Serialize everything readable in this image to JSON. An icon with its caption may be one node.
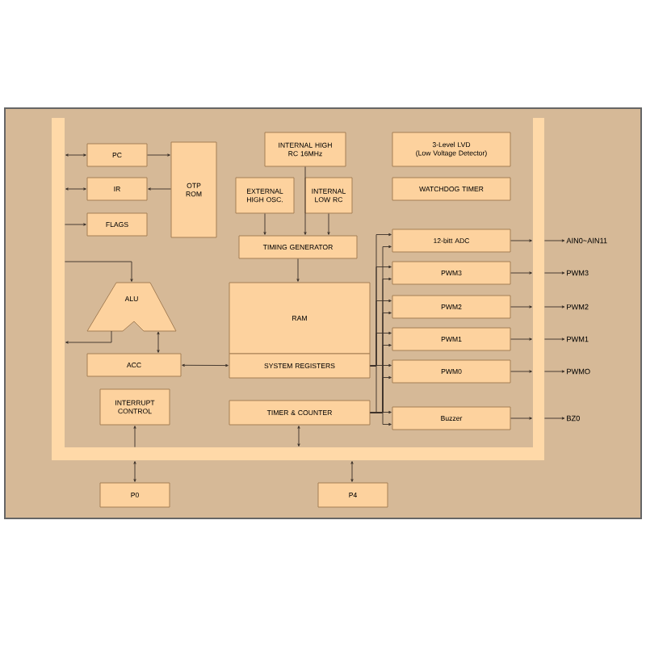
{
  "diagram": {
    "nodes": [
      {
        "text": [
          "PC"
        ]
      },
      {
        "text": [
          "IR"
        ]
      },
      {
        "text": [
          "FLAGS"
        ]
      },
      {
        "text": [
          "OTP ROM"
        ]
      },
      {
        "text": [
          "INTERNAL HIGH RC 16MHz"
        ]
      },
      {
        "text": [
          "EXTERNAL HIGH OSC."
        ]
      },
      {
        "text": [
          "INTERNAL LOW RC"
        ]
      },
      {
        "text": [
          "TIMING GENERATOR"
        ]
      },
      {
        "text": [
          "3-Level LVD",
          "(Low Voltage Detector)"
        ]
      },
      {
        "text": [
          "WATCHDOG TIMER"
        ]
      },
      {
        "text": [
          "ALU"
        ]
      },
      {
        "text": [
          "RAM"
        ]
      },
      {
        "text": [
          "SYSTEM REGISTERS"
        ]
      },
      {
        "text": [
          "ACC"
        ]
      },
      {
        "text": [
          "INTERRUPT CONTROL"
        ]
      },
      {
        "text": [
          "TIMER & COUNTER"
        ]
      },
      {
        "text": [
          "12-bitt ADC"
        ]
      },
      {
        "text": [
          "PWM3"
        ]
      },
      {
        "text": [
          "PWM2"
        ]
      },
      {
        "text": [
          "PWM1"
        ]
      },
      {
        "text": [
          "PWM0"
        ]
      },
      {
        "text": [
          "Buzzer"
        ]
      },
      {
        "text": [
          "P0"
        ]
      },
      {
        "text": [
          "P4"
        ]
      },
      {
        "text": [],
        "shape": "bar"
      },
      {
        "text": [],
        "shape": "bar"
      },
      {
        "text": [],
        "shape": "bar"
      },
      {
        "text": [
          "AIN0~AIN11"
        ]
      },
      {
        "text": [
          "PWM3"
        ]
      },
      {
        "text": [
          "PWM2"
        ]
      },
      {
        "text": [
          "PWM1"
        ]
      },
      {
        "text": [
          "PWMO"
        ]
      },
      {
        "text": [
          "BZ0"
        ]
      }
    ],
    "edges": [
      {
        "from": 24,
        "to": 0,
        "arrow": "both"
      },
      {
        "from": 24,
        "to": 1,
        "arrow": "both"
      },
      {
        "from": 24,
        "to": 2,
        "arrow": "to"
      },
      {
        "from": 0,
        "to": 3,
        "arrow": "to"
      },
      {
        "from": 3,
        "to": 1,
        "arrow": "to"
      },
      {
        "from": 4,
        "to": 7,
        "arrow": "to"
      },
      {
        "from": 5,
        "to": 7,
        "arrow": "to"
      },
      {
        "from": 6,
        "to": 7,
        "arrow": "to"
      },
      {
        "from": 7,
        "to": 11,
        "arrow": "to"
      },
      {
        "from": 24,
        "to": 10,
        "arrow": "to"
      },
      {
        "from": 10,
        "to": 24,
        "arrow": "to"
      },
      {
        "from": 10,
        "to": 13,
        "arrow": "both"
      },
      {
        "from": 13,
        "to": 12,
        "arrow": "both"
      },
      {
        "from": 25,
        "to": 14,
        "arrow": "to"
      },
      {
        "from": 15,
        "to": 25,
        "arrow": "both"
      },
      {
        "from": 25,
        "to": 22,
        "arrow": "both"
      },
      {
        "from": 25,
        "to": 23,
        "arrow": "both"
      },
      {
        "from": 12,
        "to": 16,
        "arrow": "to"
      },
      {
        "from": 12,
        "to": 17,
        "arrow": "to"
      },
      {
        "from": 12,
        "to": 18,
        "arrow": "to"
      },
      {
        "from": 12,
        "to": 19,
        "arrow": "to"
      },
      {
        "from": 12,
        "to": 20,
        "arrow": "to"
      },
      {
        "from": 12,
        "to": 21,
        "arrow": "to"
      },
      {
        "from": 15,
        "to": 16,
        "arrow": "to"
      },
      {
        "from": 15,
        "to": 17,
        "arrow": "to"
      },
      {
        "from": 15,
        "to": 18,
        "arrow": "to"
      },
      {
        "from": 15,
        "to": 19,
        "arrow": "to"
      },
      {
        "from": 15,
        "to": 20,
        "arrow": "to"
      },
      {
        "from": 15,
        "to": 21,
        "arrow": "to"
      },
      {
        "from": 16,
        "to": 26,
        "arrow": "to"
      },
      {
        "from": 17,
        "to": 26,
        "arrow": "to"
      },
      {
        "from": 18,
        "to": 26,
        "arrow": "to"
      },
      {
        "from": 19,
        "to": 26,
        "arrow": "to"
      },
      {
        "from": 20,
        "to": 26,
        "arrow": "to"
      },
      {
        "from": 21,
        "to": 26,
        "arrow": "to"
      },
      {
        "from": 26,
        "to": 27,
        "arrow": "to"
      },
      {
        "from": 26,
        "to": 28,
        "arrow": "to"
      },
      {
        "from": 26,
        "to": 29,
        "arrow": "to"
      },
      {
        "from": 26,
        "to": 30,
        "arrow": "to"
      },
      {
        "from": 26,
        "to": 31,
        "arrow": "to"
      },
      {
        "from": 26,
        "to": 32,
        "arrow": "to"
      }
    ]
  }
}
